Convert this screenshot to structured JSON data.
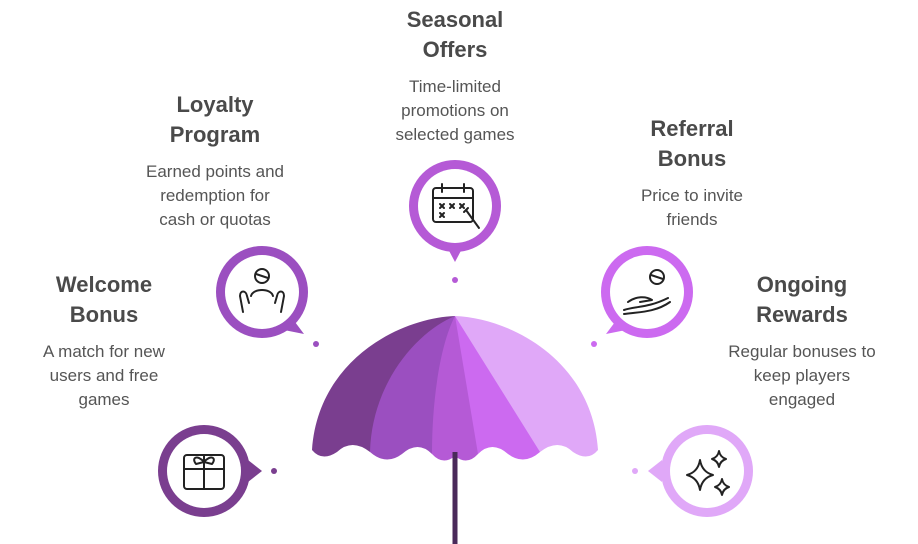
{
  "colors": {
    "welcome": "#7a3e8f",
    "loyalty": "#9b4fc0",
    "seasonal": "#b55ad6",
    "referral": "#cc6af0",
    "ongoing": "#e0a8f8",
    "pole": "#4a2a5a"
  },
  "items": [
    {
      "key": "welcome",
      "title_line1": "Welcome",
      "title_line2": "Bonus",
      "desc_line1": "A match for new",
      "desc_line2": "users and free",
      "desc_line3": "games",
      "icon": "gift-icon"
    },
    {
      "key": "loyalty",
      "title_line1": "Loyalty",
      "title_line2": "Program",
      "desc_line1": "Earned points and",
      "desc_line2": "redemption for",
      "desc_line3": "cash or quotas",
      "icon": "care-person-icon"
    },
    {
      "key": "seasonal",
      "title_line1": "Seasonal",
      "title_line2": "Offers",
      "desc_line1": "Time-limited",
      "desc_line2": "promotions on",
      "desc_line3": "selected games",
      "icon": "calendar-icon"
    },
    {
      "key": "referral",
      "title_line1": "Referral",
      "title_line2": "Bonus",
      "desc_line1": "Price to invite",
      "desc_line2": "friends",
      "desc_line3": "",
      "icon": "hand-person-icon"
    },
    {
      "key": "ongoing",
      "title_line1": "Ongoing",
      "title_line2": "Rewards",
      "desc_line1": "Regular bonuses to",
      "desc_line2": "keep players",
      "desc_line3": "engaged",
      "icon": "sparkles-icon"
    }
  ]
}
